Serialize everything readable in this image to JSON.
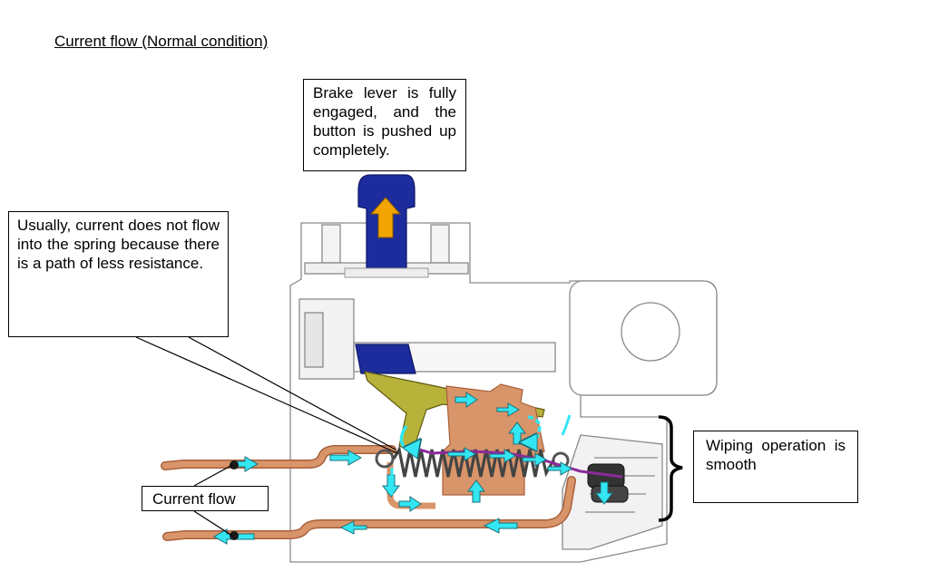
{
  "title": "Current flow (Normal condition)",
  "callouts": {
    "brake": "Brake lever is fully engaged, and the button is pushed up completely.",
    "spring": "Usually, current does not flow into the spring because there is a path of less resistance.",
    "wiping": "Wiping operation is smooth",
    "current_flow": "Current flow"
  },
  "colors": {
    "copper": "#d9956a",
    "copper_dark": "#a8603a",
    "arrow": "#33e6f2",
    "button": "#1c2c9c",
    "lever": "#b7b23a",
    "spring": "#555555",
    "path_violet": "#8b2a9a",
    "inner_arrow": "#f2a400"
  }
}
